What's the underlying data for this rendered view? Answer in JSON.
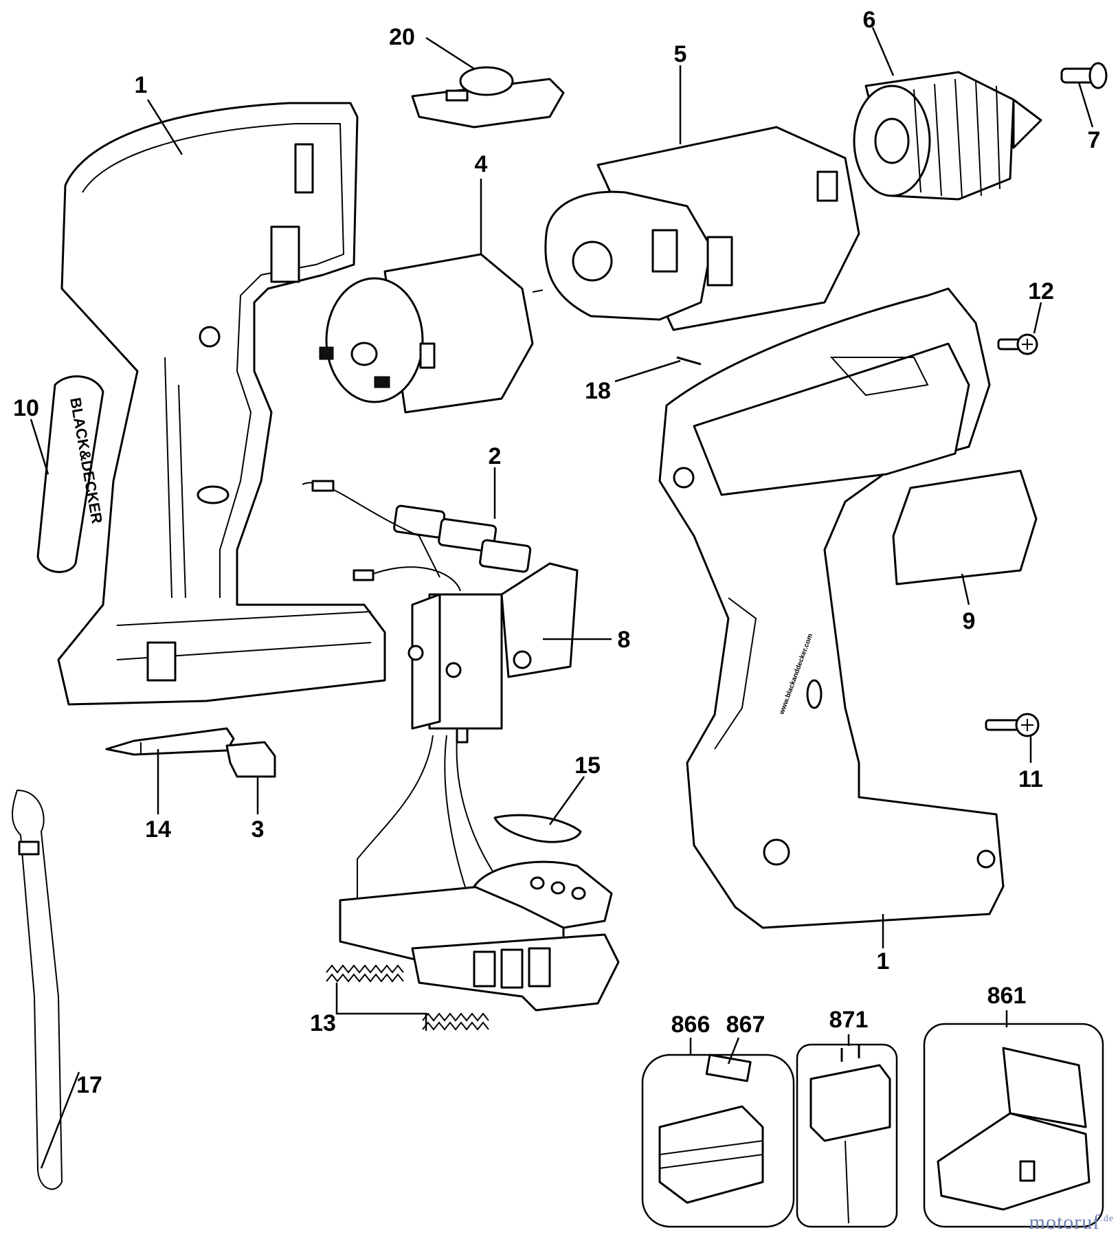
{
  "labels": {
    "l1a": "1",
    "l1b": "1",
    "l2": "2",
    "l3": "3",
    "l4": "4",
    "l5": "5",
    "l6": "6",
    "l7": "7",
    "l8": "8",
    "l9": "9",
    "l10": "10",
    "l11": "11",
    "l12": "12",
    "l13": "13",
    "l14": "14",
    "l15": "15",
    "l17": "17",
    "l18": "18",
    "l20": "20",
    "l861": "861",
    "l866": "866",
    "l867": "867",
    "l871": "871"
  },
  "brand": {
    "handle_badge": "BLACK&DECKER",
    "housing_url": "www.blackanddecker.com"
  },
  "watermark": {
    "text": "motoruf",
    "suffix": ".de"
  }
}
